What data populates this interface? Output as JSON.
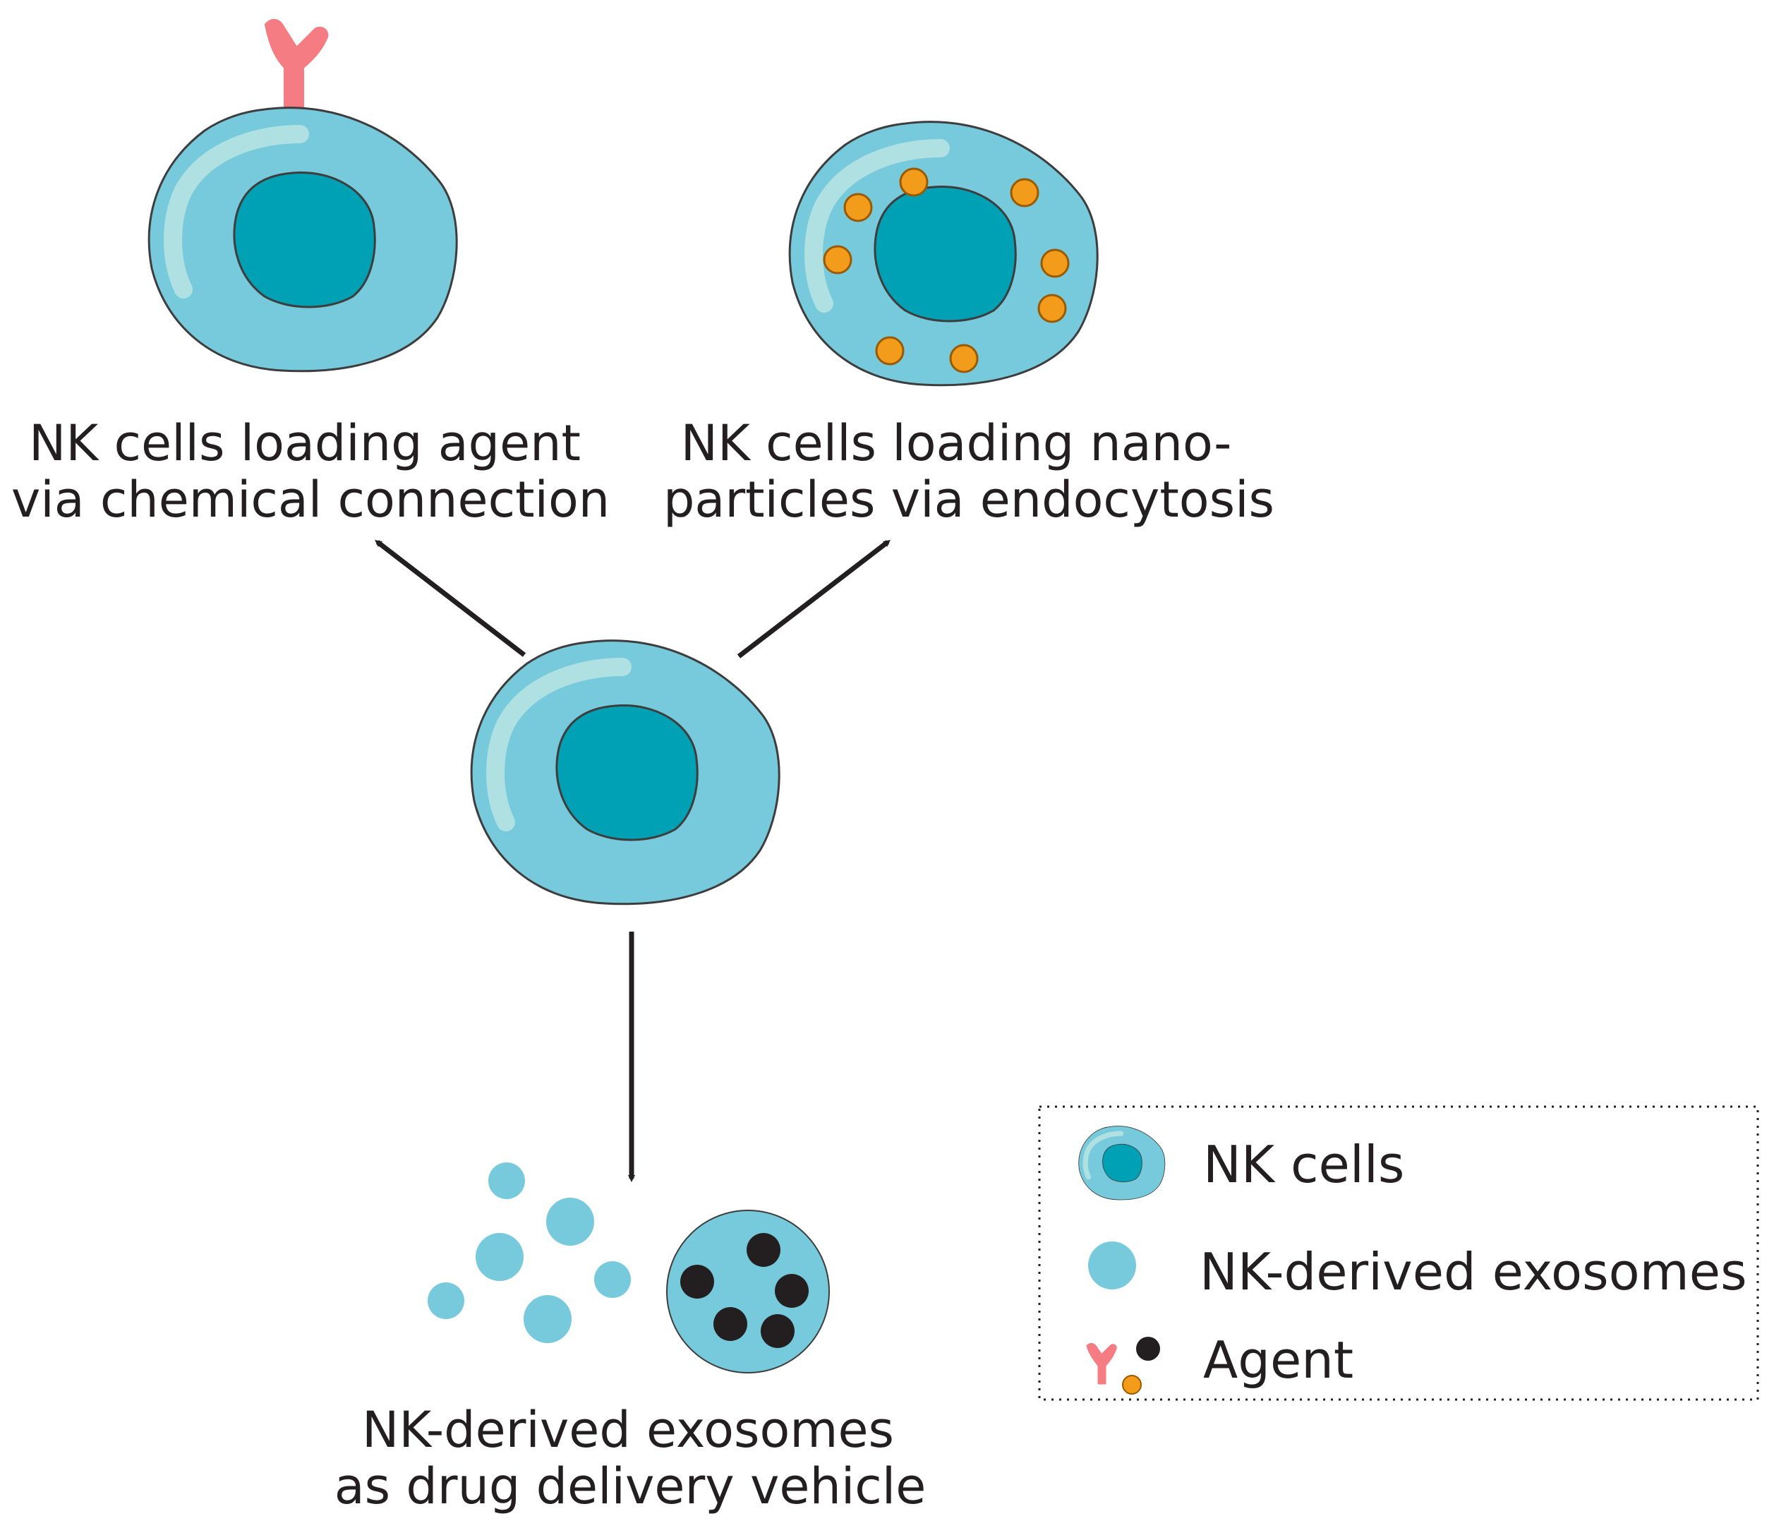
{
  "labels": {
    "top_left": [
      "NK cells loading agent",
      "via chemical connection"
    ],
    "top_right": [
      "NK cells loading nano-",
      "particles via endocytosis"
    ],
    "bottom": [
      "NK-derived exosomes",
      "as drug delivery vehicle"
    ]
  },
  "legend": {
    "items": [
      {
        "label": "NK cells",
        "icon": "nk-cell-icon"
      },
      {
        "label": "NK-derived exosomes",
        "icon": "exosome-icon"
      },
      {
        "label": "Agent",
        "icon": "agent-icon"
      }
    ]
  },
  "colors": {
    "cell_body": "#77cadb",
    "nucleus": "#00a0b5",
    "highlight": "#b9e4e3",
    "outline": "#3d3d3d",
    "antibody": "#f47c82",
    "nanoparticle": "#f39b1a",
    "drug": "#231f20",
    "arrow": "#231f20"
  }
}
